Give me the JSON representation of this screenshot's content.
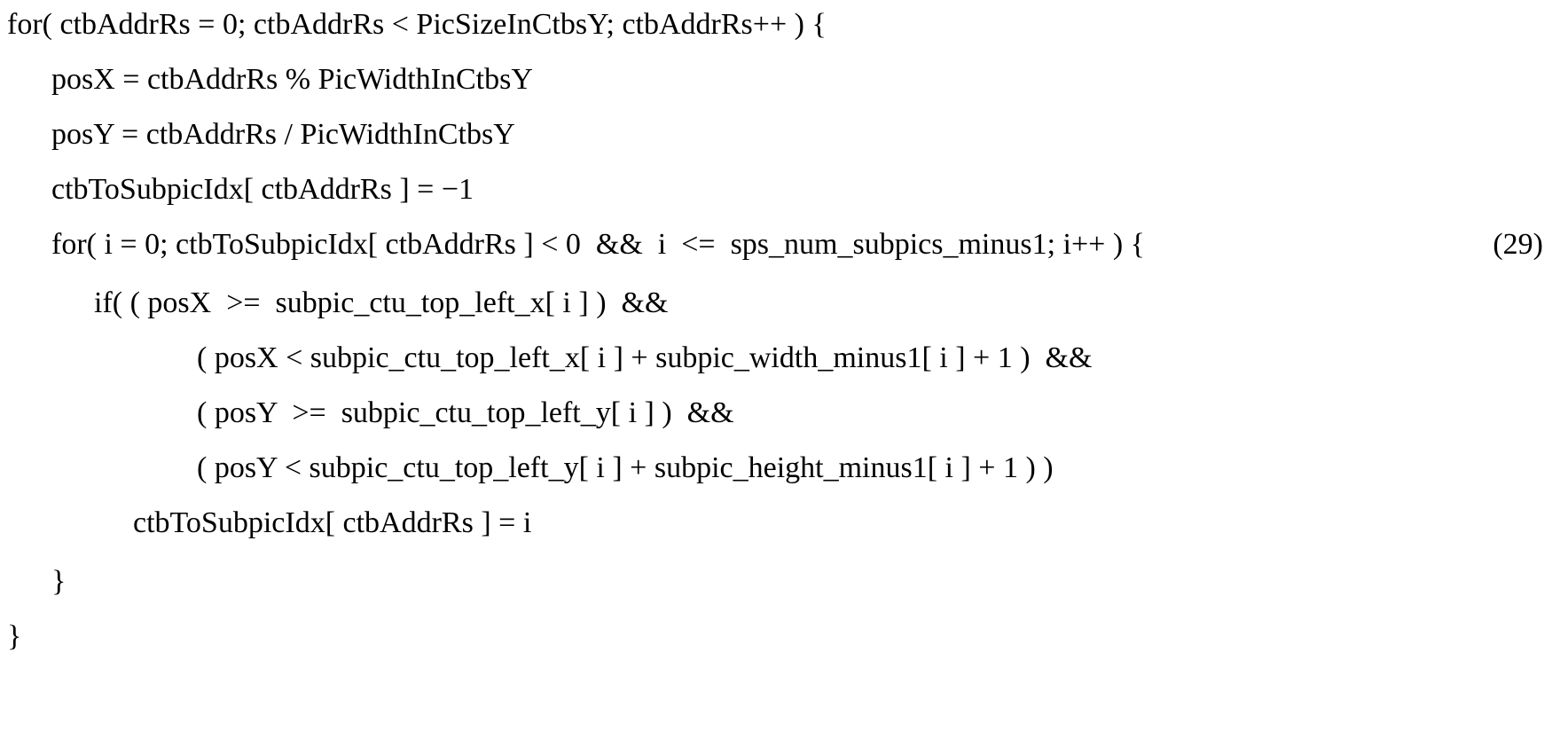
{
  "equation": {
    "number": "(29)",
    "lines": [
      "for( ctbAddrRs = 0; ctbAddrRs < PicSizeInCtbsY; ctbAddrRs++ ) {",
      "posX = ctbAddrRs % PicWidthInCtbsY",
      "posY = ctbAddrRs / PicWidthInCtbsY",
      "ctbToSubpicIdx[ ctbAddrRs ] = −1",
      "for( i = 0; ctbToSubpicIdx[ ctbAddrRs ] < 0  &&  i  <=  sps_num_subpics_minus1; i++ ) {",
      "if( ( posX  >=  subpic_ctu_top_left_x[ i ] )  &&",
      "( posX < subpic_ctu_top_left_x[ i ] + subpic_width_minus1[ i ] + 1 )  &&",
      "( posY  >=  subpic_ctu_top_left_y[ i ] )  &&",
      "( posY < subpic_ctu_top_left_y[ i ] + subpic_height_minus1[ i ] + 1 ) )",
      "ctbToSubpicIdx[ ctbAddrRs ] = i",
      "}",
      "}"
    ]
  }
}
